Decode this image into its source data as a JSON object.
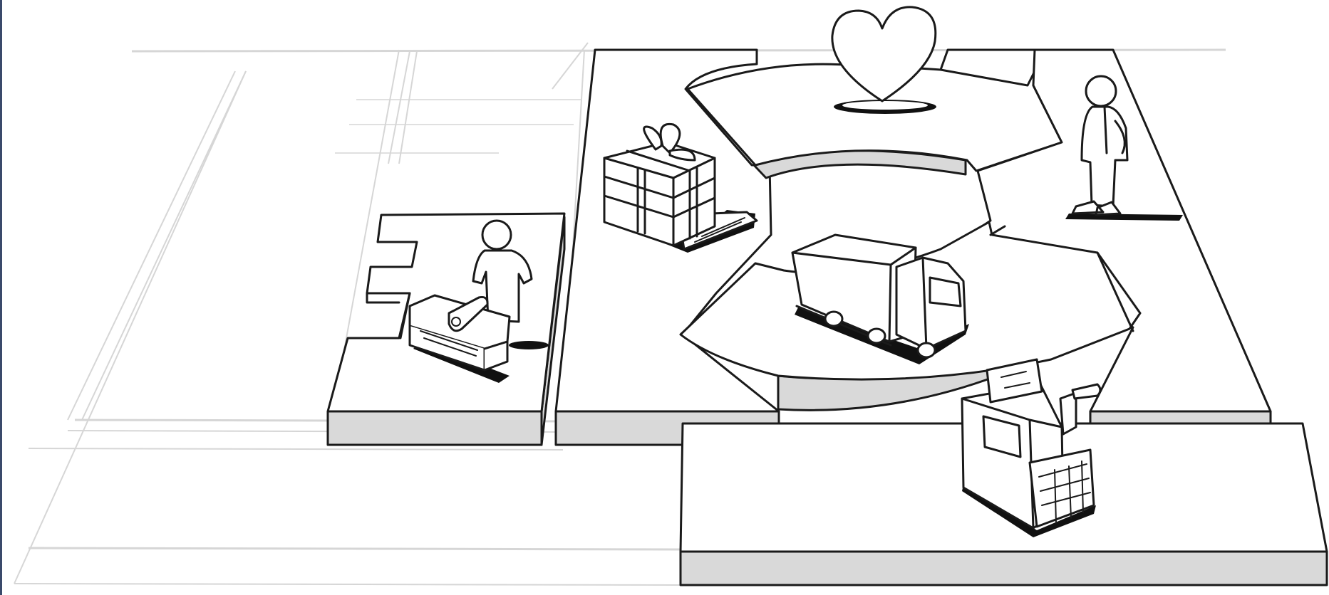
{
  "diagram": {
    "kind": "hand-sketched business model canvas in perspective",
    "background_color": "#ffffff",
    "ink_color": "#1a1a1a",
    "block_side_color": "#d9d9d9",
    "guide_line_color": "#d6d6d6",
    "frame_color": "#3a4a6b",
    "blocks": [
      {
        "id": "left-back-area",
        "shading": "guide-lines-only"
      },
      {
        "id": "key-activities",
        "icon": "worker-at-workbench-icon"
      },
      {
        "id": "value-proposition",
        "icon": "gift-box-icon"
      },
      {
        "id": "customer-relationships",
        "icon": "heart-icon"
      },
      {
        "id": "channels",
        "icon": "delivery-truck-icon"
      },
      {
        "id": "customer-segments",
        "icon": "standing-person-icon"
      },
      {
        "id": "revenue-streams",
        "icon": "cash-register-icon"
      }
    ]
  }
}
